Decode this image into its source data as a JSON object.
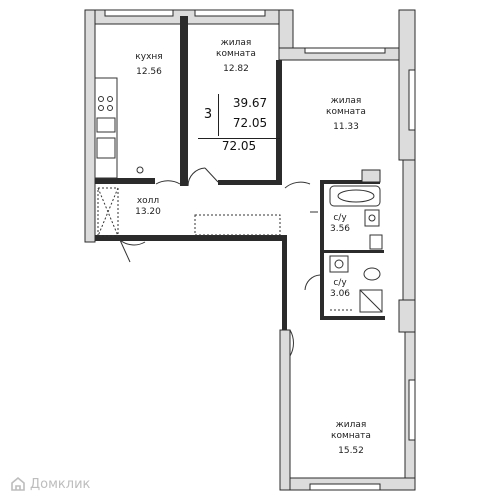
{
  "rooms": {
    "kitchen": {
      "name": "кухня",
      "area": "12.56"
    },
    "living1": {
      "name_line1": "жилая",
      "name_line2": "комната",
      "area": "12.82"
    },
    "living2": {
      "name_line1": "жилая",
      "name_line2": "комната",
      "area": "11.33"
    },
    "hall": {
      "name": "холл",
      "area": "13.20"
    },
    "bath1": {
      "name": "с/у",
      "area": "3.56"
    },
    "bath2": {
      "name": "с/у",
      "area": "3.06"
    },
    "living3": {
      "name_line1": "жилая",
      "name_line2": "комната",
      "area": "15.52"
    }
  },
  "summary": {
    "rooms_count": "3",
    "living_area": "39.67",
    "total_area": "72.05",
    "total_area_2": "72.05"
  },
  "watermark": {
    "text": "Домклик"
  },
  "colors": {
    "wall": "#2b2b2b",
    "wall_fill": "#dcdcdc",
    "line": "#333333"
  }
}
